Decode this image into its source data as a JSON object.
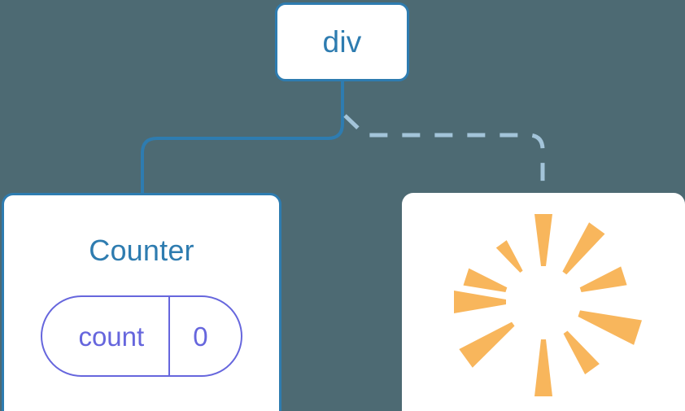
{
  "diagram": {
    "title": "Component tree with re-render highlight",
    "background_color": "#4d6a73",
    "node_fill": "#ffffff",
    "node_border_color": "#2e7cb0",
    "text_color": "#2e7cb0",
    "state_color": "#6666dd",
    "sparkle_color": "#f8b65c",
    "dashed_edge_color": "#a3c4d9",
    "solid_edge_color": "#2e7cb0"
  },
  "nodes": {
    "root": {
      "label": "div",
      "type": "element"
    },
    "counter": {
      "label": "Counter",
      "type": "component",
      "state": {
        "key": "count",
        "value": "0"
      }
    },
    "sparkle": {
      "label": "",
      "type": "component",
      "icon": "sparkle-burst-icon",
      "ray_count": 10
    }
  },
  "edges": [
    {
      "from": "root",
      "to": "counter",
      "style": "solid",
      "color": "#2e7cb0"
    },
    {
      "from": "root",
      "to": "sparkle",
      "style": "dashed",
      "color": "#a3c4d9"
    }
  ],
  "sparkle_rays": [
    {
      "angle": -90,
      "inner": 44,
      "outer": 108,
      "half_outer": 11,
      "half_inner": 3
    },
    {
      "angle": -126,
      "inner": 46,
      "outer": 88,
      "half_outer": 8,
      "half_inner": 2
    },
    {
      "angle": -54,
      "inner": 44,
      "outer": 112,
      "half_outer": 12,
      "half_inner": 3
    },
    {
      "angle": -162,
      "inner": 48,
      "outer": 100,
      "half_outer": 11,
      "half_inner": 3
    },
    {
      "angle": -18,
      "inner": 48,
      "outer": 104,
      "half_outer": 12,
      "half_inner": 3
    },
    {
      "angle": 180,
      "inner": 46,
      "outer": 110,
      "half_outer": 14,
      "half_inner": 3
    },
    {
      "angle": 18,
      "inner": 46,
      "outer": 122,
      "half_outer": 16,
      "half_inner": 4
    },
    {
      "angle": 144,
      "inner": 46,
      "outer": 118,
      "half_outer": 14,
      "half_inner": 3
    },
    {
      "angle": 54,
      "inner": 46,
      "outer": 102,
      "half_outer": 11,
      "half_inner": 3
    },
    {
      "angle": 90,
      "inner": 46,
      "outer": 116,
      "half_outer": 11,
      "half_inner": 3
    }
  ]
}
